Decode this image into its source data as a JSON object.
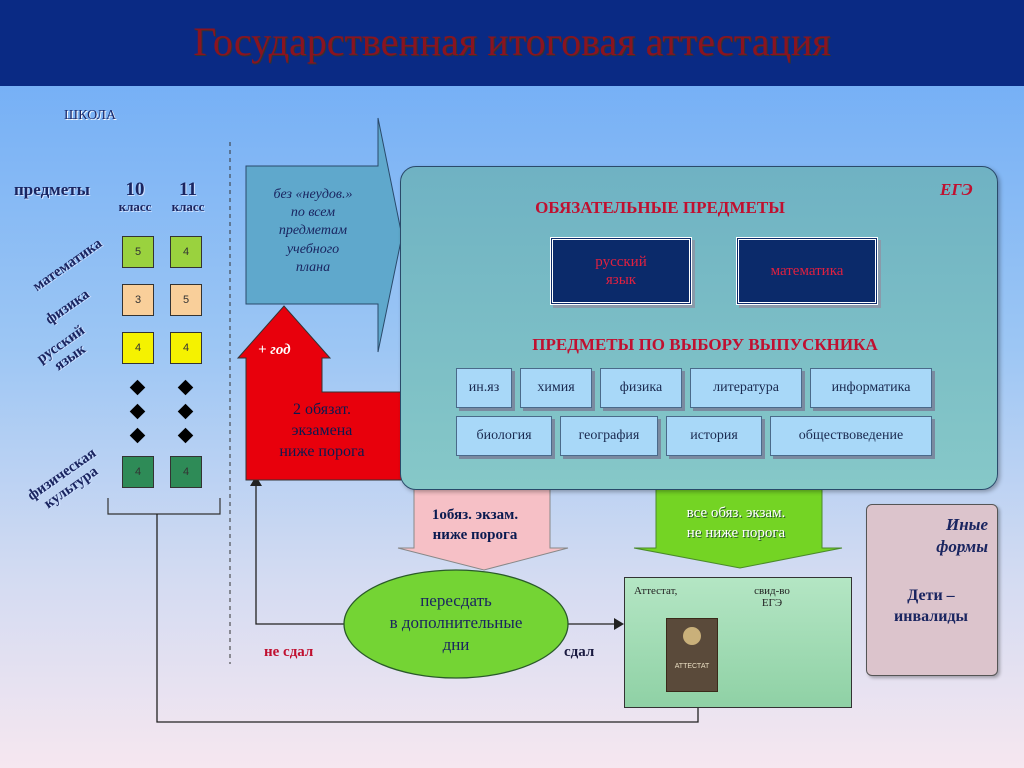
{
  "title": "Государственная итоговая аттестация",
  "school": {
    "label": "ШКОЛА",
    "subjects_label": "предметы",
    "grade10_num": "10",
    "grade10_word": "класс",
    "grade11_num": "11",
    "grade11_word": "класс",
    "rows": [
      {
        "subject": "математика",
        "g10": "5",
        "g11": "4",
        "color": "#9ad23e"
      },
      {
        "subject": "физика",
        "g10": "3",
        "g11": "5",
        "color": "#f9cf9a"
      },
      {
        "subject_line1": "русский",
        "subject_line2": "язык",
        "g10": "4",
        "g11": "4",
        "color": "#f5f200"
      },
      {
        "subject_line1": "физическая",
        "subject_line2": "культура",
        "g10": "4",
        "g11": "4",
        "color": "#2e8b57"
      }
    ]
  },
  "arrow_no_fails": {
    "lines": [
      "без «неудов.»",
      "по всем",
      "предметам",
      "учебного",
      "плана"
    ]
  },
  "arrow_red": {
    "year": "+ год",
    "lines": [
      "2 обязат.",
      "экзамена",
      "ниже порога"
    ]
  },
  "ege": {
    "tag": "ЕГЭ",
    "mandatory_heading": "ОБЯЗАТЕЛЬНЫЕ ПРЕДМЕТЫ",
    "mandatory": [
      {
        "line1": "русский",
        "line2": "язык"
      },
      {
        "line1": "математика",
        "line2": ""
      }
    ],
    "elective_heading": "ПРЕДМЕТЫ ПО ВЫБОРУ ВЫПУСКНИКА",
    "electives_row1": [
      "ин.яз",
      "химия",
      "физика",
      "литература",
      "информатика"
    ],
    "electives_row2": [
      "биология",
      "география",
      "история",
      "обществоведение"
    ]
  },
  "arrow_one_below": {
    "line1": "1обяз. экзам.",
    "line2": "ниже порога"
  },
  "arrow_all_pass": {
    "line1": "все обяз. экзам.",
    "line2": "не ниже порога"
  },
  "retake": {
    "line1": "пересдать",
    "line2": "в дополнительные",
    "line3": "дни"
  },
  "failed": "не сдал",
  "passed": "сдал",
  "result": {
    "col1": "Аттестат,",
    "col2_line1": "свид-во",
    "col2_line2": "ЕГЭ",
    "doc_label": "АТТЕСТАТ"
  },
  "other": {
    "line1": "Иные",
    "line2": "формы",
    "line3": "Дети –",
    "line4": "инвалиды"
  }
}
